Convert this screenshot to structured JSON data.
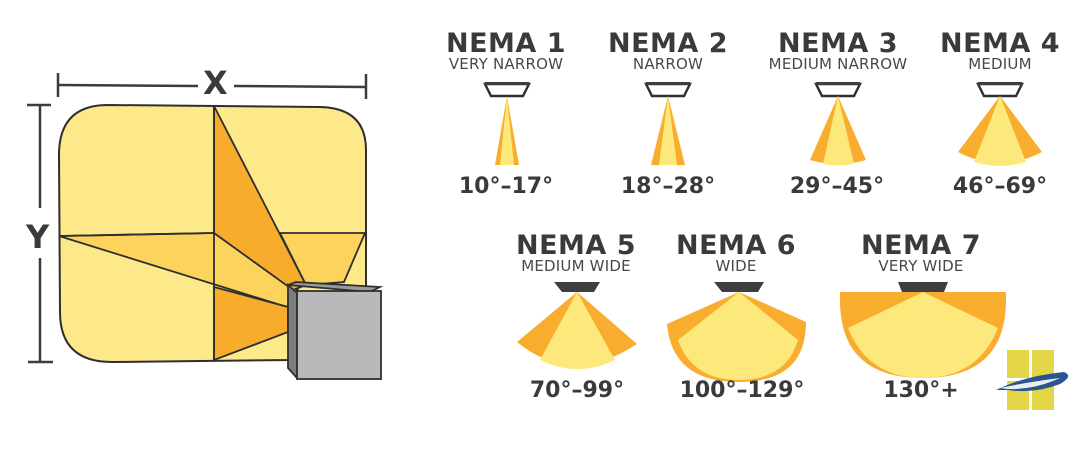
{
  "diagram": {
    "room": {
      "x_label": "X",
      "y_label": "Y",
      "colors": {
        "fill_light": "#fde98a",
        "fill_mid": "#fcd35c",
        "fill_dark": "#f8ac2c",
        "outline": "#2f2f2f",
        "fixture_front": "#b9b9bb",
        "fixture_side": "#7d7d80"
      }
    },
    "nema_types": [
      {
        "title": "NEMA 1",
        "subtitle": "VERY NARROW",
        "angle": "10°–17°"
      },
      {
        "title": "NEMA 2",
        "subtitle": "NARROW",
        "angle": "18°–28°"
      },
      {
        "title": "NEMA 3",
        "subtitle": "MEDIUM NARROW",
        "angle": "29°–45°"
      },
      {
        "title": "NEMA 4",
        "subtitle": "MEDIUM",
        "angle": "46°–69°"
      },
      {
        "title": "NEMA 5",
        "subtitle": "MEDIUM WIDE",
        "angle": "70°–99°"
      },
      {
        "title": "NEMA 6",
        "subtitle": "WIDE",
        "angle": "100°–129°"
      },
      {
        "title": "NEMA 7",
        "subtitle": "VERY WIDE",
        "angle": "130°+"
      }
    ],
    "beam_colors": {
      "inner": "#fde87c",
      "outer": "#f8ad2e",
      "fixture": "#3e3e40"
    },
    "logo": {
      "name": "window-logo",
      "square_color": "#e4d548",
      "swoosh_color": "#1f4e8c"
    }
  }
}
